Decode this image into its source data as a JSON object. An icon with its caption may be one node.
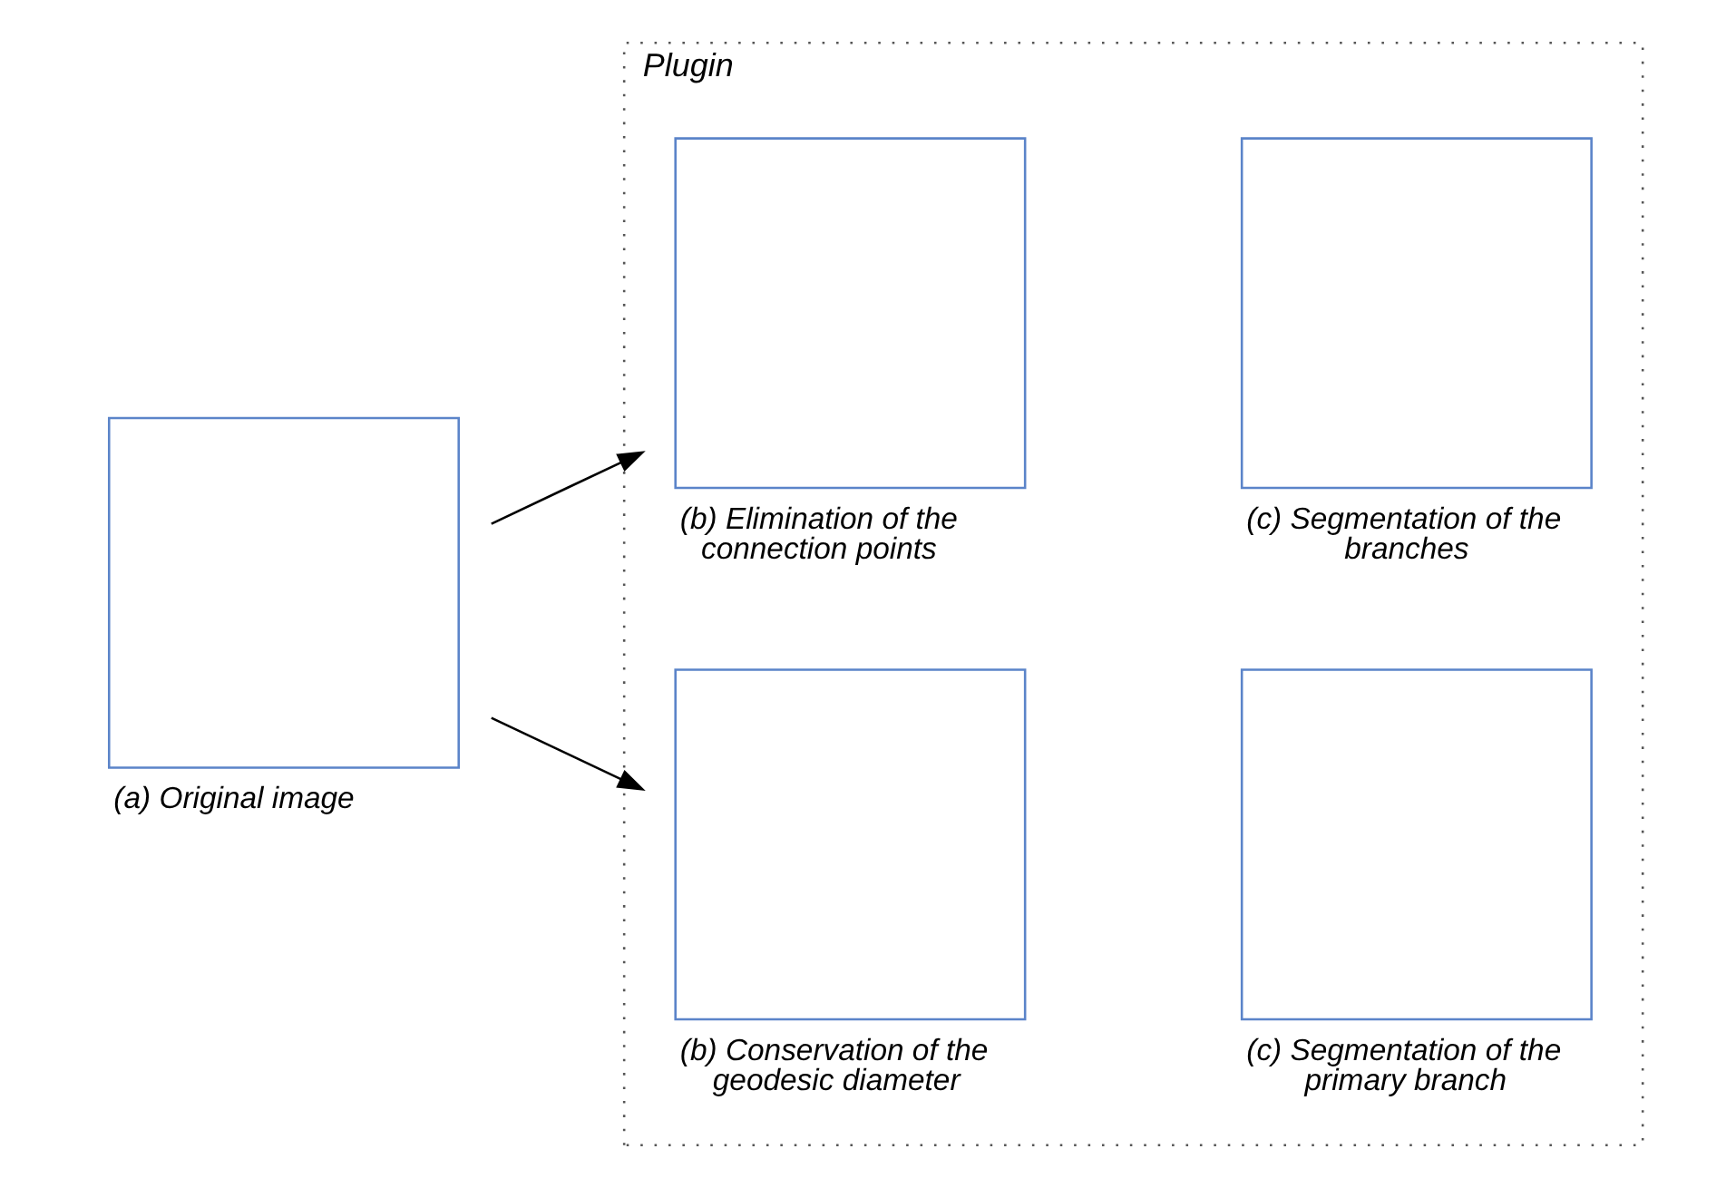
{
  "diagram": {
    "nodes": [
      {
        "text": [
          "(a) Original image"
        ]
      },
      {
        "text": [
          "Plugin"
        ]
      },
      {
        "text": [
          "(b) Elimination of the connection points"
        ],
        "in": 1
      },
      {
        "text": [
          "(c) Segmentation of the branches"
        ],
        "in": 1
      },
      {
        "text": [
          "(b) Conservation of the geodesic diameter"
        ],
        "in": 1
      },
      {
        "text": [
          "(c) Segmentation of the primary branch"
        ],
        "in": 1
      }
    ],
    "edges": [
      {
        "from": 0,
        "to": 2,
        "arrow": "to"
      },
      {
        "from": 0,
        "to": 4,
        "arrow": "to"
      }
    ]
  }
}
